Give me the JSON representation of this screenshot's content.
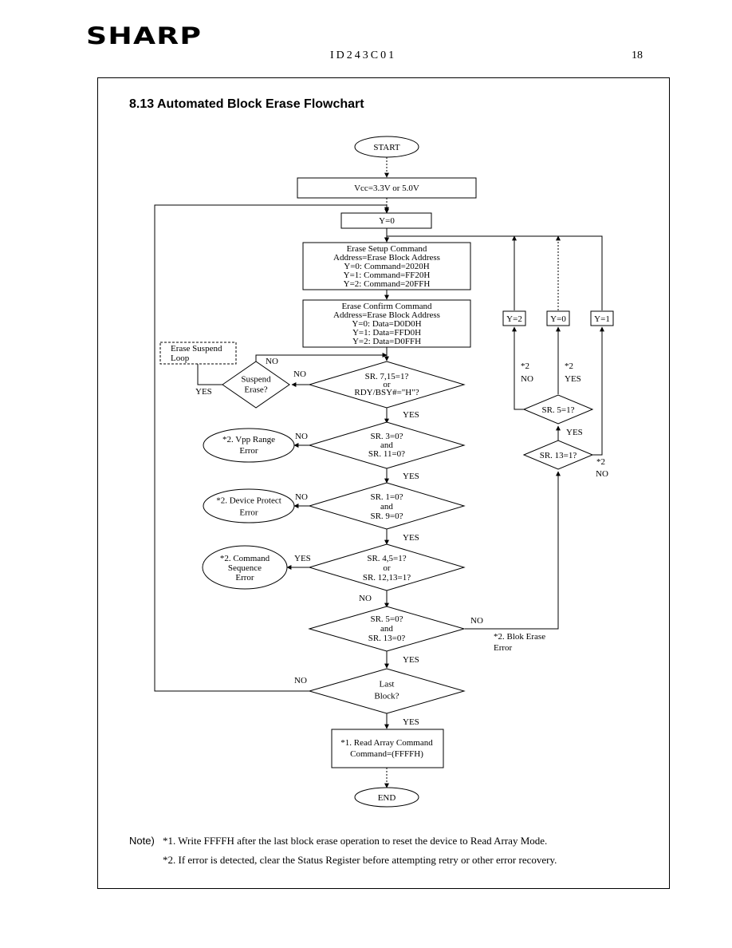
{
  "header": {
    "logo": "SHARP",
    "doc_id": "ID243C01",
    "page_number": "18"
  },
  "section_title": "8.13 Automated Block Erase Flowchart",
  "nodes": {
    "start": "START",
    "vcc": "Vcc=3.3V or 5.0V",
    "y0": "Y=0",
    "setup": [
      "Erase Setup Command",
      "Address=Erase Block Address",
      "Y=0: Command=2020H",
      "Y=1: Command=FF20H",
      "Y=2: Command=20FFH"
    ],
    "confirm": [
      "Erase Confirm Command",
      "Address=Erase Block Address",
      "Y=0: Data=D0D0H",
      "Y=1: Data=FFD0H",
      "Y=2: Data=D0FFH"
    ],
    "suspend_loop": [
      "Erase Suspend",
      "Loop"
    ],
    "suspend_q": [
      "Suspend",
      "Erase?"
    ],
    "sr7": [
      "SR. 7,15=1?",
      "or",
      "RDY/BSY#=\"H\"?"
    ],
    "sr3": [
      "SR. 3=0?",
      "and",
      "SR. 11=0?"
    ],
    "sr1": [
      "SR. 1=0?",
      "and",
      "SR. 9=0?"
    ],
    "sr45": [
      "SR. 4,5=1?",
      "or",
      "SR. 12,13=1?"
    ],
    "sr5": [
      "SR. 5=0?",
      "and",
      "SR. 13=0?"
    ],
    "last": [
      "Last",
      "Block?"
    ],
    "read_array": [
      "*1. Read Array Command",
      "Command=(FFFFH)"
    ],
    "end": "END",
    "vpp_err": [
      "*2. Vpp Range",
      "Error"
    ],
    "dev_err": [
      "*2. Device Protect",
      "Error"
    ],
    "cmd_err": [
      "*2. Command",
      "Sequence",
      "Error"
    ],
    "blok_err": [
      "*2. Blok Erase",
      "Error"
    ],
    "y2": "Y=2",
    "y0b": "Y=0",
    "y1": "Y=1",
    "sr5b": "SR. 5=1?",
    "sr13": "SR. 13=1?"
  },
  "labels": {
    "no": "NO",
    "yes": "YES",
    "note2": "*2"
  },
  "notes": {
    "label": "Note)",
    "note1": "*1. Write FFFFH after the last block erase operation to reset the device to Read Array Mode.",
    "note2": "*2. If error is detected, clear the Status Register before attempting retry or other error recovery."
  }
}
